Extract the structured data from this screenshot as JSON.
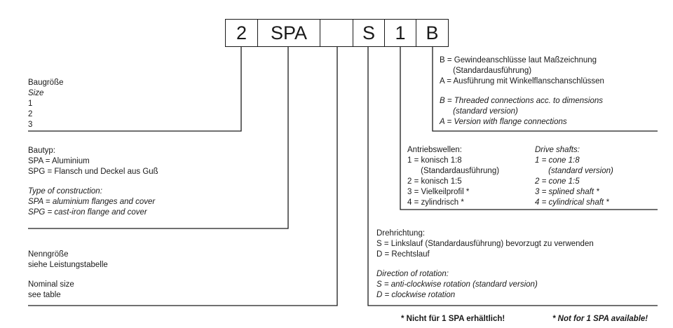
{
  "code_boxes": [
    "2",
    "SPA",
    "",
    "S",
    "1",
    "B"
  ],
  "connection": {
    "de": [
      "B = Gewindeanschlüsse laut Maßzeichnung",
      "      (Standardausführung)",
      "A = Ausführung mit Winkelflanschanschlüssen"
    ],
    "en": [
      "B = Threaded connections acc. to dimensions",
      "      (standard version)",
      "A = Version with flange connections"
    ]
  },
  "size": [
    "Baugröße",
    "Size",
    "1",
    "2",
    "3"
  ],
  "construction": {
    "de": [
      "Bautyp:",
      "SPA = Aluminium",
      "SPG = Flansch und Deckel aus Guß"
    ],
    "en": [
      "Type of construction:",
      "SPA = aluminium flanges and cover",
      "SPG = cast-iron flange and cover"
    ]
  },
  "drive": {
    "de": [
      "Antriebswellen:",
      "1 = konisch 1:8",
      "      (Standardausführung)",
      "2 = konisch 1:5",
      "3 = Vielkeilprofil *",
      "4 = zylindrisch *"
    ],
    "en": [
      "Drive shafts:",
      "1 = cone 1:8",
      "      (standard version)",
      "2 = cone 1:5",
      "3 = splined shaft *",
      "4 = cylindrical shaft *"
    ]
  },
  "nominal": {
    "de": [
      "Nenngröße",
      "siehe Leistungstabelle"
    ],
    "en": [
      "Nominal size",
      "see table"
    ]
  },
  "rotation": {
    "de": [
      "Drehrichtung:",
      "S = Linkslauf (Standardausführung) bevorzugt zu verwenden",
      "D = Rechtslauf"
    ],
    "en": [
      "Direction of rotation:",
      "S = anti-clockwise rotation (standard version)",
      "D = clockwise rotation"
    ]
  },
  "footnote": {
    "de": "* Nicht für 1 SPA erhältlich!",
    "en": "* Not for 1 SPA available!"
  }
}
